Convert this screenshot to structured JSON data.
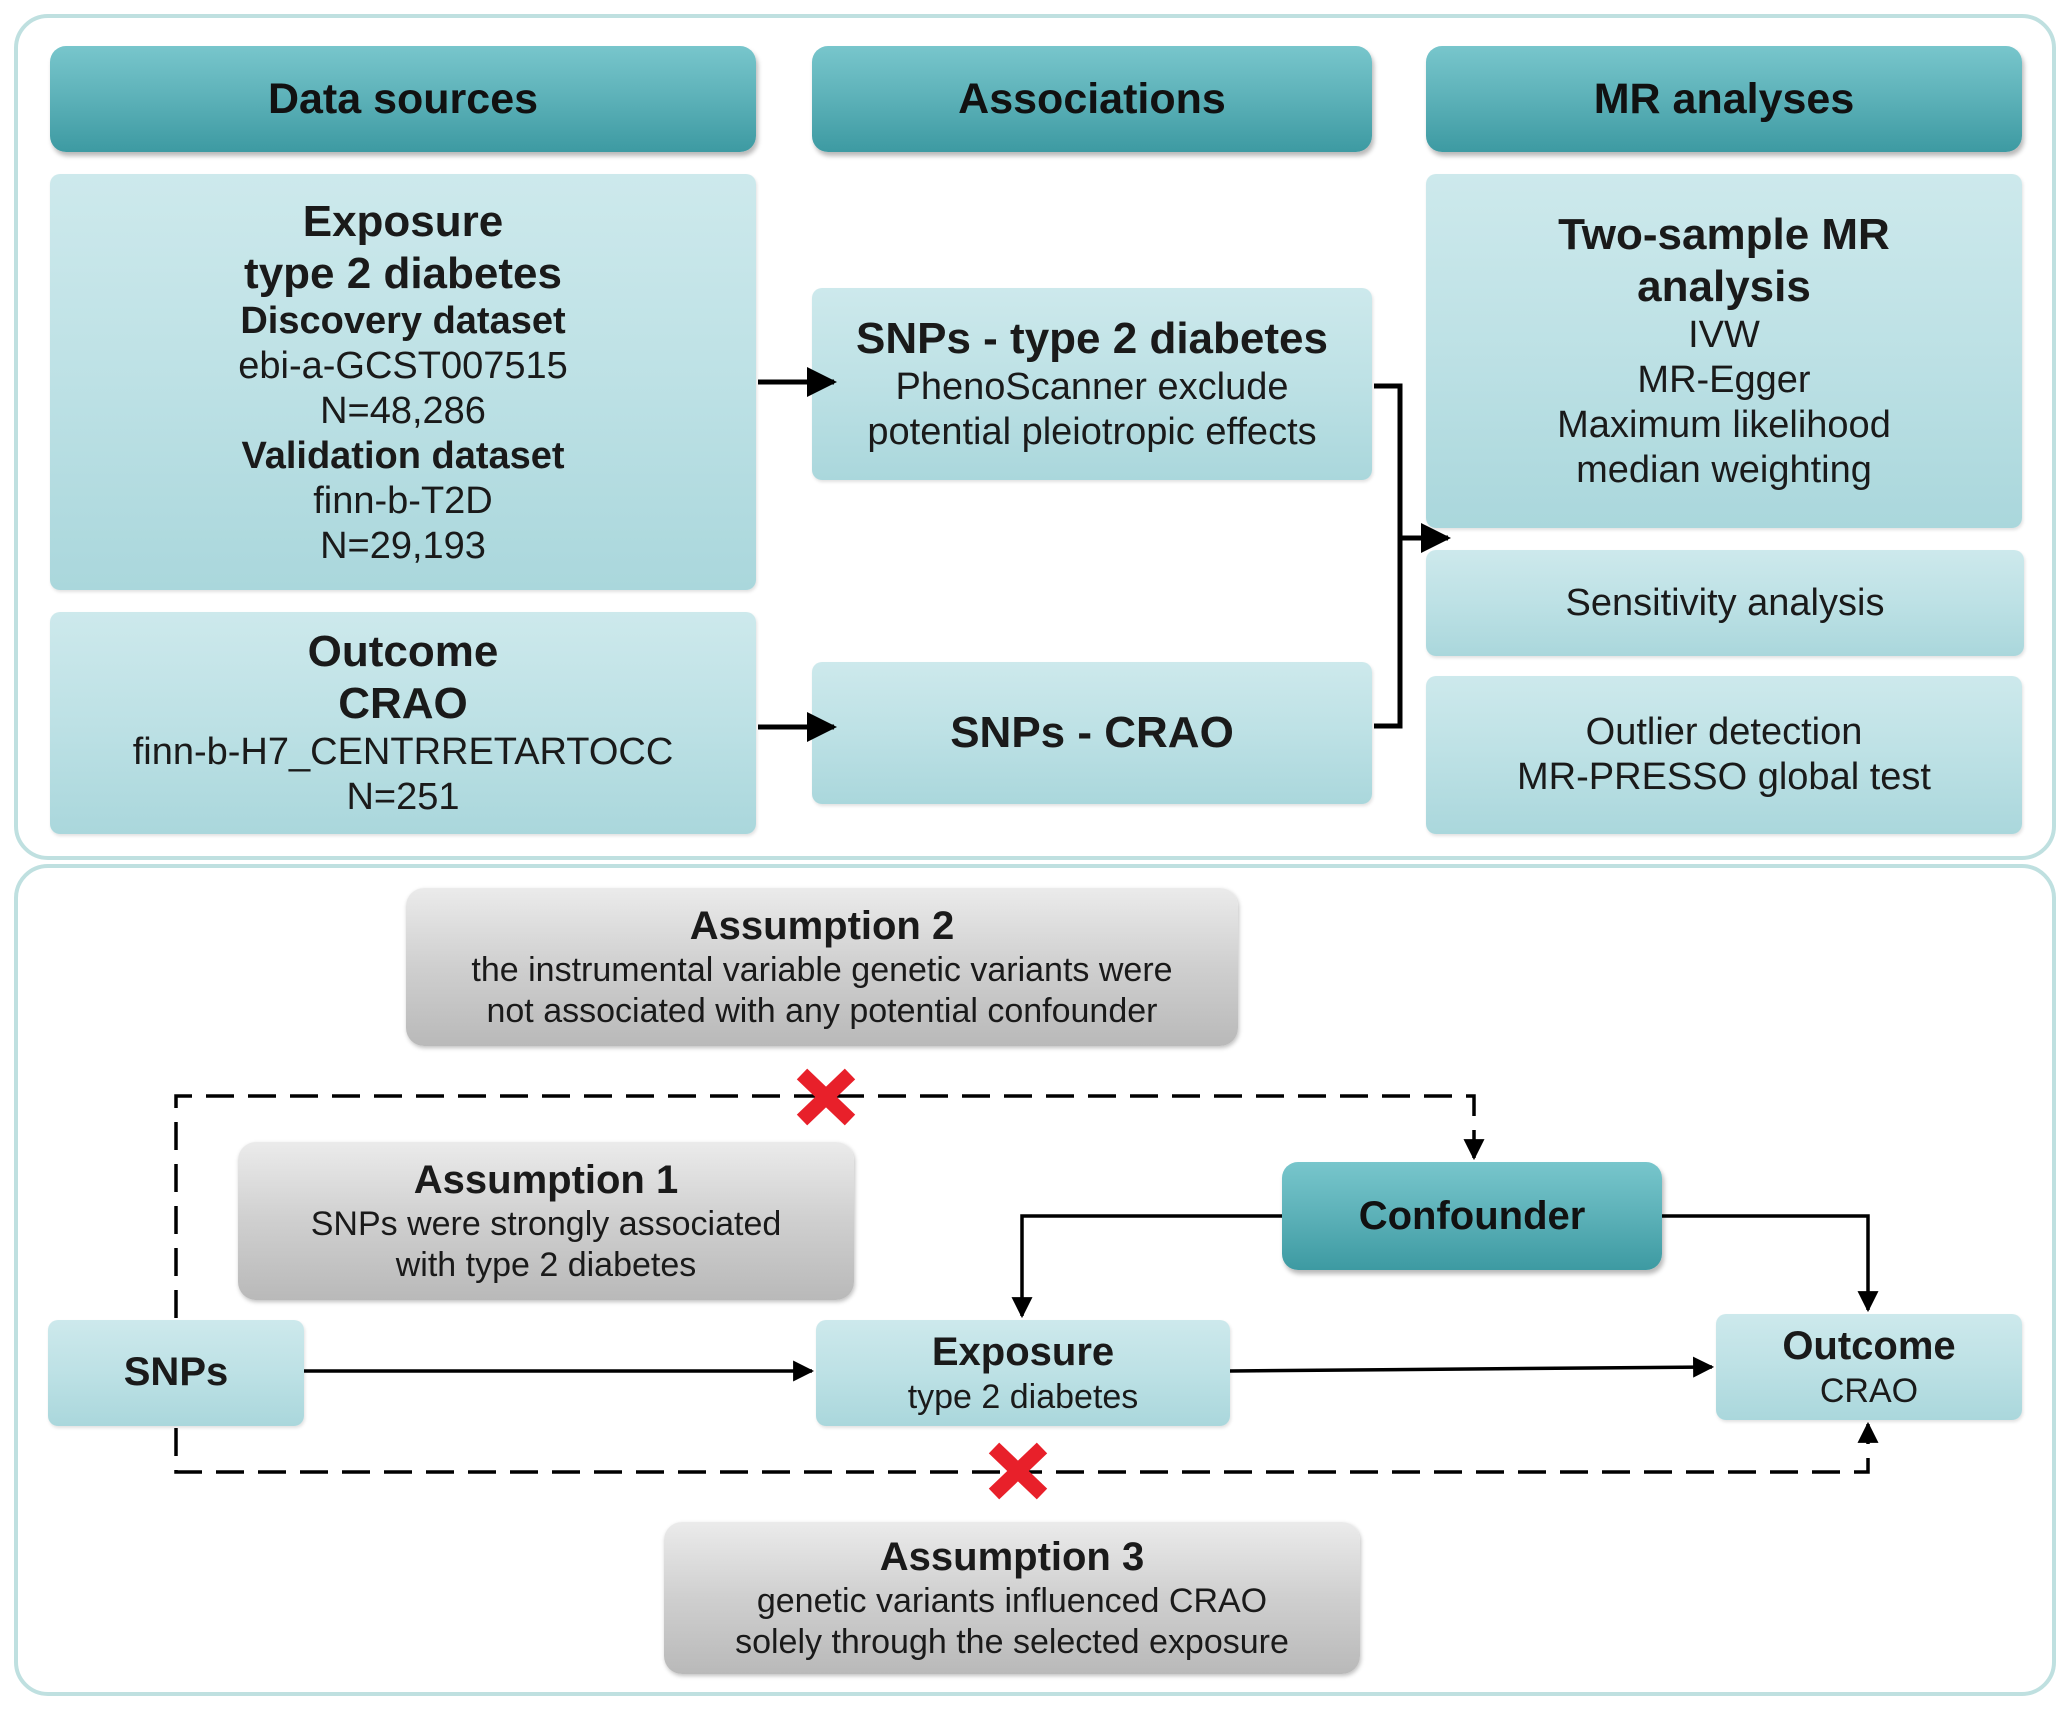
{
  "headers": {
    "data_sources": "Data sources",
    "associations": "Associations",
    "mr_analyses": "MR analyses"
  },
  "exposure_box": {
    "title1": "Exposure",
    "title2": "type 2 diabetes",
    "discovery_label": "Discovery dataset",
    "discovery_id": "ebi-a-GCST007515",
    "discovery_n": "N=48,286",
    "validation_label": "Validation dataset",
    "validation_id": "finn-b-T2D",
    "validation_n": "N=29,193"
  },
  "outcome_box": {
    "title1": "Outcome",
    "title2": "CRAO",
    "dataset_id": "finn-b-H7_CENTRRETARTOCC",
    "n": "N=251"
  },
  "snps_t2d_box": {
    "title": "SNPs - type 2 diabetes",
    "line1": "PhenoScanner exclude",
    "line2": "potential pleiotropic effects"
  },
  "snps_crao_box": {
    "title": "SNPs - CRAO"
  },
  "two_sample_box": {
    "title1": "Two-sample MR",
    "title2": "analysis",
    "method1": "IVW",
    "method2": "MR-Egger",
    "method3": "Maximum likelihood",
    "method4": "median weighting"
  },
  "sensitivity_box": {
    "label": "Sensitivity analysis"
  },
  "outlier_box": {
    "line1": "Outlier detection",
    "line2": "MR-PRESSO global test"
  },
  "assumption2": {
    "title": "Assumption 2",
    "line1": "the instrumental variable genetic variants were",
    "line2": "not associated with any potential confounder"
  },
  "assumption1": {
    "title": "Assumption 1",
    "line1": "SNPs were strongly associated",
    "line2": "with type 2 diabetes"
  },
  "assumption3": {
    "title": "Assumption 3",
    "line1": "genetic variants influenced CRAO",
    "line2": "solely through the selected exposure"
  },
  "confounder_box": {
    "label": "Confounder"
  },
  "dag_snps": {
    "label": "SNPs"
  },
  "dag_exposure": {
    "title": "Exposure",
    "subtitle": "type 2 diabetes"
  },
  "dag_outcome": {
    "title": "Outcome",
    "subtitle": "CRAO"
  },
  "colors": {
    "header_teal": "#4fa9b0",
    "light_teal": "#bde1e5",
    "gray_box": "#cfcfcf",
    "panel_border": "#bfe0e0",
    "cross_red": "#e8202a"
  }
}
